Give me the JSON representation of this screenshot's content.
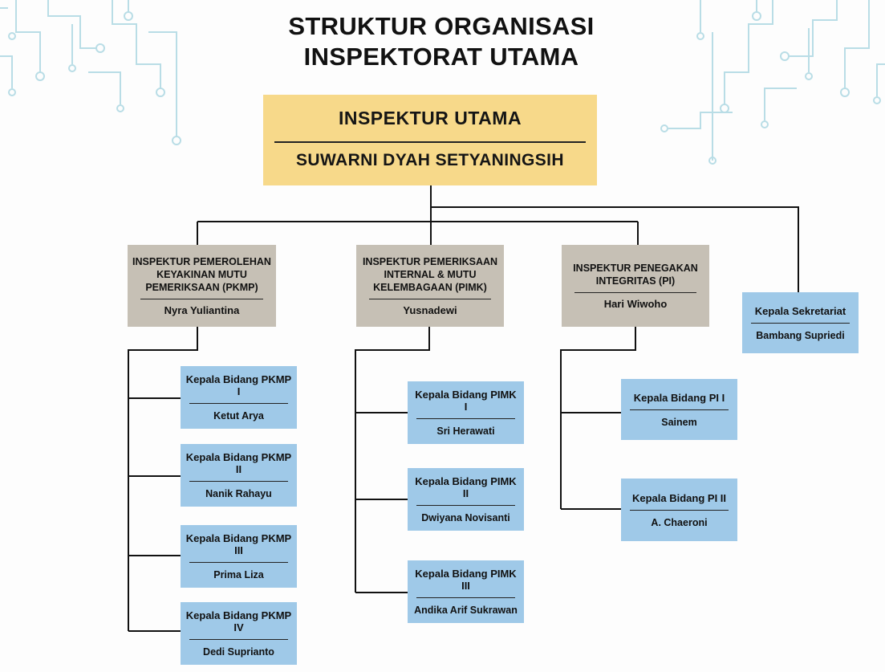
{
  "title": {
    "line1": "STRUKTUR ORGANISASI",
    "line2": "INSPEKTORAT UTAMA"
  },
  "head": {
    "role": "INSPEKTUR UTAMA",
    "name": "SUWARNI DYAH SETYANINGSIH"
  },
  "inspektur": [
    {
      "title": "INSPEKTUR PEMEROLEHAN KEYAKINAN MUTU PEMERIKSAAN (PKMP)",
      "name": "Nyra Yuliantina"
    },
    {
      "title": "INSPEKTUR PEMERIKSAAN INTERNAL & MUTU KELEMBAGAAN (PIMK)",
      "name": "Yusnadewi"
    },
    {
      "title": "INSPEKTUR PENEGAKAN INTEGRITAS (PI)",
      "name": "Hari Wiwoho"
    }
  ],
  "sekretariat": {
    "title": "Kepala Sekretariat",
    "name": "Bambang Supriedi"
  },
  "bidang": {
    "pkmp": [
      {
        "title": "Kepala Bidang PKMP I",
        "name": "Ketut Arya"
      },
      {
        "title": "Kepala Bidang PKMP II",
        "name": "Nanik Rahayu"
      },
      {
        "title": "Kepala Bidang PKMP III",
        "name": "Prima Liza"
      },
      {
        "title": "Kepala Bidang PKMP IV",
        "name": "Dedi Suprianto"
      }
    ],
    "pimk": [
      {
        "title": "Kepala Bidang PIMK I",
        "name": "Sri Herawati"
      },
      {
        "title": "Kepala Bidang PIMK II",
        "name": "Dwiyana Novisanti"
      },
      {
        "title": "Kepala Bidang PIMK III",
        "name": "Andika Arif Sukrawan"
      }
    ],
    "pi": [
      {
        "title": "Kepala Bidang PI I",
        "name": "Sainem"
      },
      {
        "title": "Kepala Bidang PI II",
        "name": "A. Chaeroni"
      }
    ]
  },
  "colors": {
    "head_box": "#f7d98a",
    "inspektur_box": "#c6c0b5",
    "kepala_box": "#9fc9e8",
    "circuit_decor": "#b9dde6"
  }
}
